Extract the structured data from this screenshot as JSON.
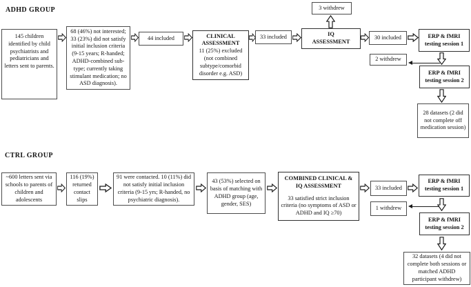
{
  "adhd": {
    "label": "ADHD GROUP",
    "recruit": "145 children identified by child psychiatrists and pediatricians and letters sent to parents.",
    "exclusion": "68 (46%) not interested; 33 (23%) did not satisfy initial inclusion criteria (9-15 years; R-handed; ADHD-combined sub-type; currently taking stimulant medication; no ASD diagnosis).",
    "included44": "44 included",
    "clinical_title": "CLINICAL ASSESSMENT",
    "clinical_body": "11 (25%) excluded (not combined subtype/comorbid disorder e.g. ASD)",
    "included33": "33 included",
    "withdrew3": "3 withdrew",
    "iq_title": "IQ ASSESSMENT",
    "included30": "30 included",
    "session1": "ERP & fMRI testing session 1",
    "withdrew2": "2 withdrew",
    "session2": "ERP & fMRI testing session 2",
    "datasets": "28 datasets (2 did not complete off medication session)"
  },
  "ctrl": {
    "label": "CTRL GROUP",
    "recruit": "~600 letters sent via schools to parents of children and adolescents",
    "returned": "116 (19%) returned contact slips",
    "contacted": "91 were contacted. 10 (11%) did not satisfy initial inclusion criteria (9-15 yrs; R-handed, no psychiatric diagnosis).",
    "selected": "43 (53%) selected on basis of matching with ADHD group (age, gender, SES)",
    "combined_title": "COMBINED CLINICAL & IQ ASSESSMENT",
    "combined_body": "33 satisfied strict inclusion criteria (no symptoms of ASD or ADHD and IQ ≥70)",
    "included33": "33 included",
    "withdrew1": "1 withdrew",
    "session1": "ERP & fMRI testing session 1",
    "session2": "ERP & fMRI testing session 2",
    "datasets": "32 datasets (4 did not complete both sessions or matched ADHD participant withdrew)"
  }
}
